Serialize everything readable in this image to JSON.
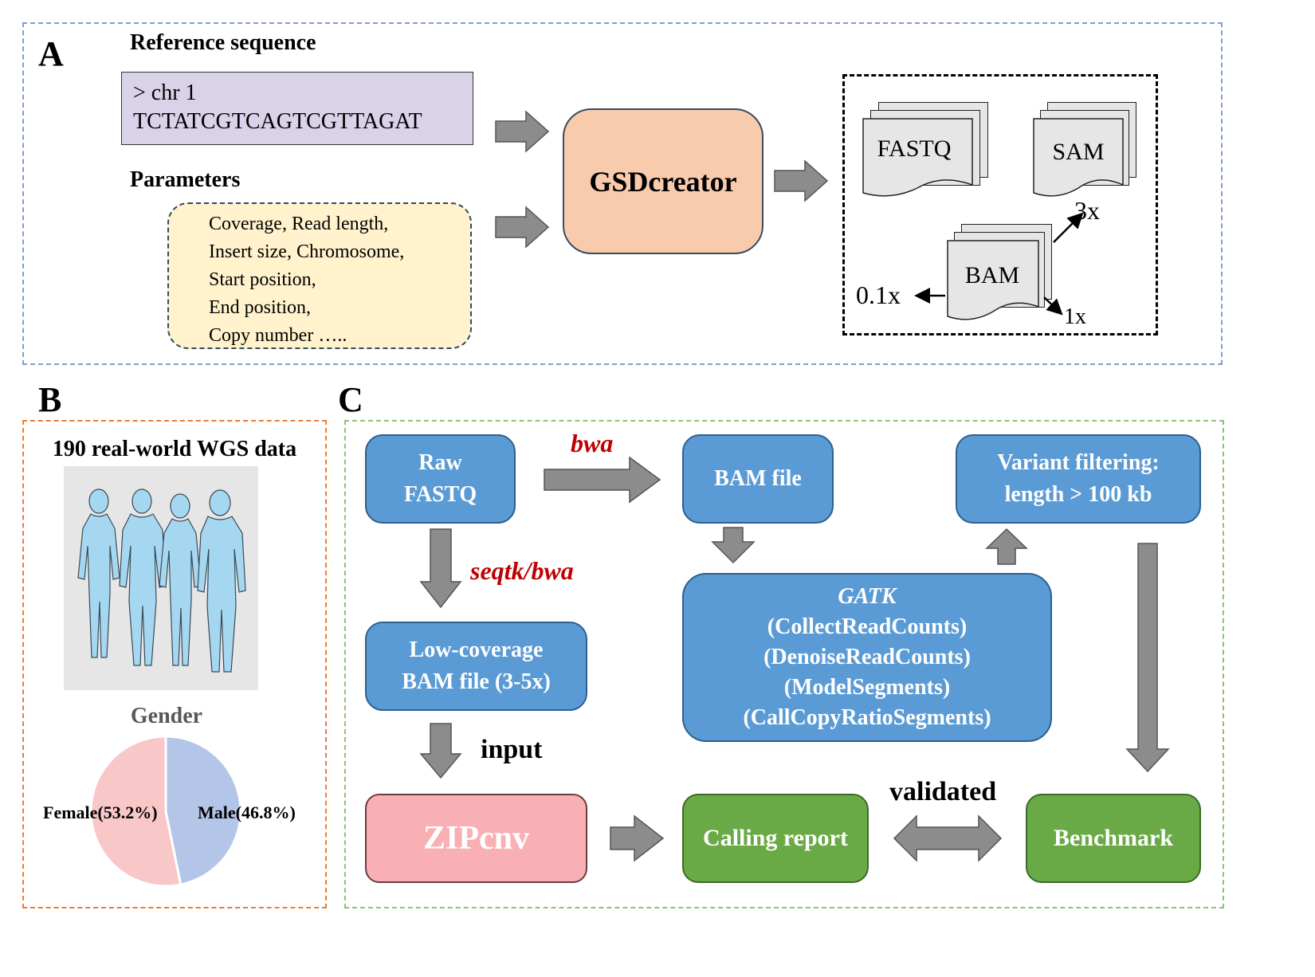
{
  "panels": {
    "a": "A",
    "b": "B",
    "c": "C"
  },
  "panel_a": {
    "reference_title": "Reference sequence",
    "reference_lines": [
      "> chr 1",
      "TCTATCGTCAGTCGTTAGAT"
    ],
    "parameters_title": "Parameters",
    "parameter_lines": [
      "Coverage, Read length,",
      "Insert size, Chromosome,",
      "Start position,",
      "End position,",
      "Copy number ….."
    ],
    "tool": "GSDcreator",
    "outputs": {
      "fastq": "FASTQ",
      "sam": "SAM",
      "bam": "BAM"
    },
    "coverage_labels": {
      "high": "3x",
      "low": "0.1x",
      "mid": "1x"
    }
  },
  "panel_b": {
    "title": "190 real-world WGS data",
    "figure_icon": "people-silhouettes-icon",
    "pie_title": "Gender",
    "pie_labels": {
      "female": "Female(53.2%)",
      "male": "Male(46.8%)"
    },
    "pie_values": {
      "female": 53.2,
      "male": 46.8
    },
    "colors": {
      "female": "#f8c8c8",
      "male": "#b4c6e7"
    }
  },
  "panel_c": {
    "raw_fastq": [
      "Raw",
      "FASTQ"
    ],
    "bwa": "bwa",
    "bam_file": "BAM file",
    "variant_filtering": [
      "Variant filtering:",
      "length > 100 kb"
    ],
    "seqtk_bwa": "seqtk/bwa",
    "low_coverage": [
      "Low-coverage",
      "BAM file (3-5x)"
    ],
    "gatk_title": "GATK",
    "gatk_steps": [
      "(CollectReadCounts)",
      "(DenoiseReadCounts)",
      "(ModelSegments)",
      "(CallCopyRatioSegments)"
    ],
    "input": "input",
    "zipcnv": "ZIPcnv",
    "calling_report": "Calling report",
    "validated": "validated",
    "benchmark": "Benchmark",
    "colors": {
      "blue": "#5b9bd5",
      "green": "#6aaa46",
      "pink": "#f8b0b4",
      "tool_red": "#c00000"
    }
  }
}
